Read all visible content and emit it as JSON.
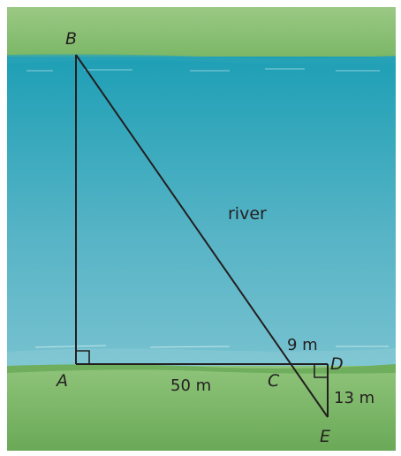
{
  "diagram": {
    "water_label": "river",
    "points": {
      "A": "A",
      "B": "B",
      "C": "C",
      "D": "D",
      "E": "E"
    },
    "measurements": {
      "AC": "50 m",
      "CD": "9 m",
      "DE": "13 m"
    },
    "colors": {
      "bank_green": "#7fb96a",
      "river_blue": "#40aec0",
      "line": "#231f20"
    }
  }
}
